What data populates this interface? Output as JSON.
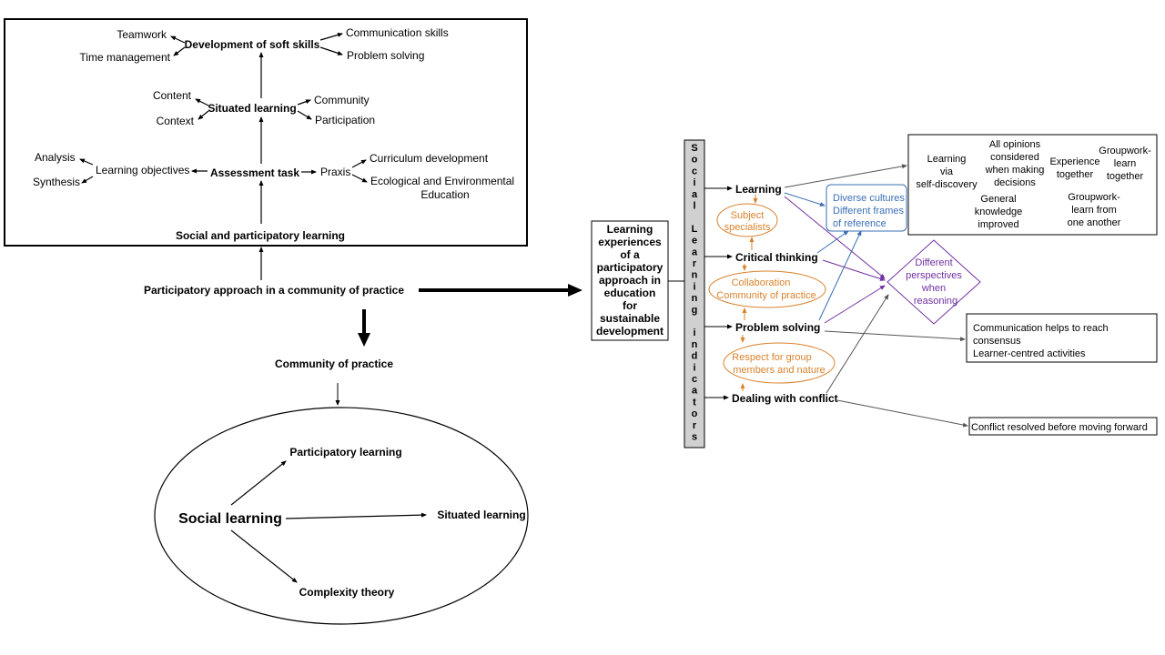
{
  "left_panel": {
    "soft_skills": {
      "center": "Development of soft skills",
      "left": [
        "Teamwork",
        "Time management"
      ],
      "right": [
        "Communication skills",
        "Problem solving"
      ]
    },
    "situated": {
      "center": "Situated learning",
      "left": [
        "Content",
        "Context"
      ],
      "right": [
        "Community",
        "Participation"
      ]
    },
    "assessment": {
      "center": "Assessment task",
      "objectives": "Learning objectives",
      "objectives_children": [
        "Analysis",
        "Synthesis"
      ],
      "praxis": "Praxis",
      "praxis_children": [
        "Curriculum development",
        "Ecological and Environmental",
        "Education"
      ]
    },
    "base": "Social and participatory learning",
    "participatory_approach": "Participatory approach in a community of practice",
    "community_of_practice": "Community of practice",
    "ellipse": {
      "center": "Social learning",
      "targets": [
        "Participatory learning",
        "Situated learning",
        "Complexity theory"
      ]
    }
  },
  "right_panel": {
    "source_box": [
      "Learning",
      "experiences",
      "of a",
      "participatory",
      "approach in",
      "education",
      "for",
      "sustainable",
      "development"
    ],
    "vertical_bar": [
      "S",
      "o",
      "c",
      "i",
      "a",
      "l",
      "",
      "L",
      "e",
      "a",
      "r",
      "n",
      "i",
      "n",
      "g",
      "",
      "i",
      "n",
      "d",
      "i",
      "c",
      "a",
      "t",
      "o",
      "r",
      "s"
    ],
    "indicators": [
      "Learning",
      "Critical thinking",
      "Problem solving",
      "Dealing with conflict"
    ],
    "orange_ellipses": [
      [
        "Subject",
        "specialists"
      ],
      [
        "Collaboration",
        "Community of practice"
      ],
      [
        "Respect for group",
        "members and nature"
      ]
    ],
    "blue_box": [
      "Diverse cultures",
      "Different frames",
      "of reference"
    ],
    "purple_diamond": [
      "Different",
      "perspectives",
      "when",
      "reasoning"
    ],
    "learning_box": {
      "col1": [
        "Learning",
        "via",
        "self-discovery"
      ],
      "col2a": [
        "All opinions",
        "considered",
        "when making",
        "decisions"
      ],
      "col2b": [
        "General",
        "knowledge",
        "improved"
      ],
      "col3": [
        "Experience",
        "together"
      ],
      "col4a": [
        "Groupwork-",
        "learn",
        "together"
      ],
      "col4b": [
        "Groupwork-",
        "learn from",
        "one another"
      ]
    },
    "problem_box": [
      "Communication helps to reach",
      "consensus",
      "Learner-centred activities"
    ],
    "conflict_box": "Conflict resolved before moving forward"
  },
  "colors": {
    "orange": "#d9822b",
    "blue": "#3a6fb5",
    "purple": "#7030a0",
    "bar": "#d0d0d0"
  }
}
